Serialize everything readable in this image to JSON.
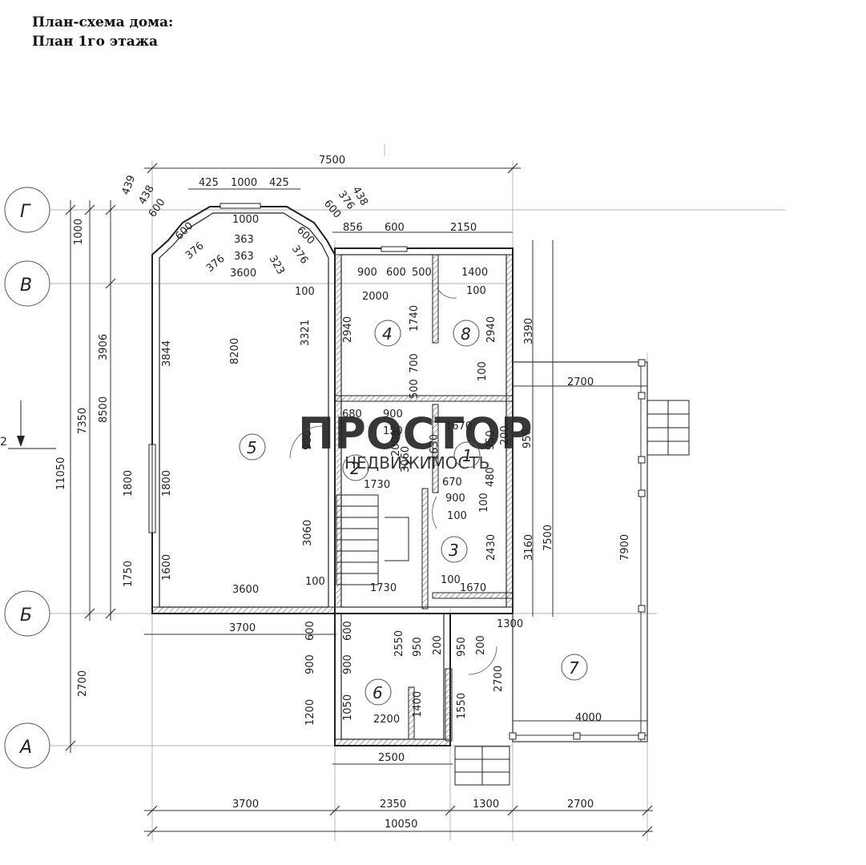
{
  "header": {
    "line1": "План-схема дома:",
    "line2": "План 1го этажа"
  },
  "axes": {
    "G": "Г",
    "V": "В",
    "B": "Б",
    "A": "А",
    "section_mark": "2"
  },
  "rooms": [
    "1",
    "2",
    "3",
    "4",
    "5",
    "6",
    "7",
    "8"
  ],
  "watermark": {
    "brand": "ПРОСТОР",
    "sub": "НЕДВИЖИМОСТЬ"
  },
  "dims": {
    "top_total": "7500",
    "top_425a": "425",
    "top_1000": "1000",
    "top_425b": "425",
    "bay_439": "439",
    "bay_438l": "438",
    "bay_600l": "600",
    "bay_438r": "438",
    "bay_376r": "376",
    "bay_600r": "600",
    "in_1000": "1000",
    "in_363a": "363",
    "in_363b": "363",
    "in_600l": "600",
    "in_376l": "376",
    "in_376l2": "376",
    "in_323": "323",
    "in_600r": "600",
    "in_376r": "376",
    "in_3600": "3600",
    "r_856": "856",
    "r_600": "600",
    "r_2150": "2150",
    "r_900": "900",
    "r_600b": "600",
    "r_500": "500",
    "r_1400": "1400",
    "r_100a": "100",
    "r_2000": "2000",
    "r_100b": "100",
    "r_1740": "1740",
    "r_2940a": "2940",
    "r_2940b": "2940",
    "r_3321": "3321",
    "r_700": "700",
    "r_100c": "100",
    "r_500b": "500",
    "l_1000": "1000",
    "l_3906": "3906",
    "l_8500": "8500",
    "l_7350": "7350",
    "l_11050": "11050",
    "l_3844": "3844",
    "l_8200": "8200",
    "l_1800a": "1800",
    "l_1800b": "1800",
    "l_1750": "1750",
    "l_1600": "1600",
    "l_2700": "2700",
    "m_680": "680",
    "m_900": "900",
    "m_150": "150",
    "m_900v": "900",
    "m_2000": "2000",
    "m_3060a": "3060",
    "m_1630": "1630",
    "m_1670": "1670",
    "m_950": "950",
    "m_200": "200",
    "m_950b": "950",
    "m_480": "480",
    "m_1730": "1730",
    "m_670": "670",
    "m_900b": "900",
    "m_100": "100",
    "m_100b": "100",
    "m_3060b": "3060",
    "m_2430": "2430",
    "m_3160": "3160",
    "m_7500v": "7500",
    "m_3390": "3390",
    "m_100c": "100",
    "b_3600": "3600",
    "b_100": "100",
    "b_1730": "1730",
    "b_100b": "100",
    "b_1670": "1670",
    "ter_2700": "2700",
    "ter_7900": "7900",
    "ter_1300": "1300",
    "ter_4000": "4000",
    "ter_2700v": "2700",
    "low_3700": "3700",
    "low_600a": "600",
    "low_600b": "600",
    "low_2550": "2550",
    "low_950": "950",
    "low_200": "200",
    "low_950b": "950",
    "low_200b": "200",
    "low_900a": "900",
    "low_900b": "900",
    "low_1200": "1200",
    "low_1050": "1050",
    "low_1400": "1400",
    "low_1550": "1550",
    "low_2200": "2200",
    "low_2500": "2500",
    "bot_3700": "3700",
    "bot_2350": "2350",
    "bot_1300": "1300",
    "bot_2700": "2700",
    "bot_10050": "10050"
  }
}
